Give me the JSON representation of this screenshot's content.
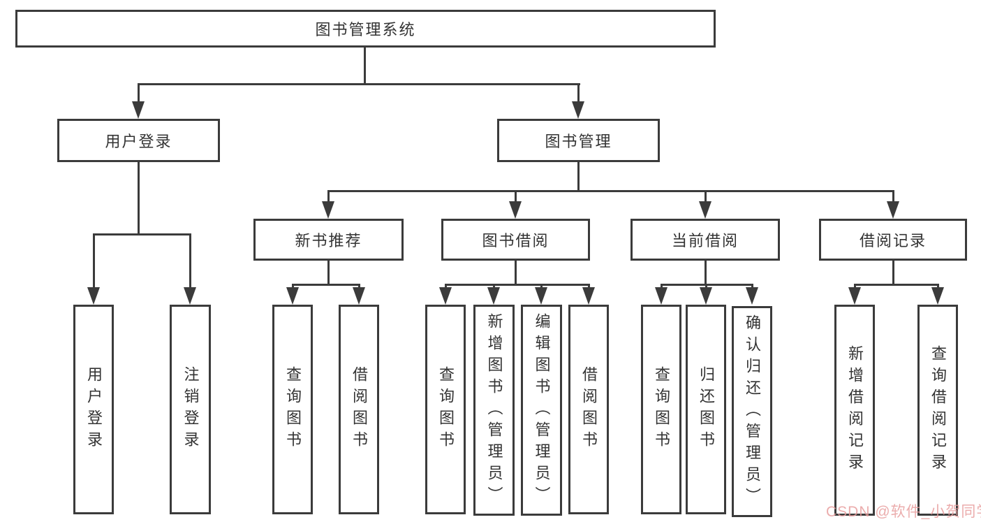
{
  "diagram_type": "hierarchy-tree",
  "colors": {
    "box_border": "#3b3b3b",
    "connector_line": "#3b3b3b",
    "text": "#333333",
    "background": "#ffffff",
    "watermark": "#e79e9e"
  },
  "nodes": {
    "root": "图书管理系统",
    "user_login": "用户登录",
    "book_mgmt": "图书管理",
    "new_book_rec": "新书推荐",
    "book_borrow": "图书借阅",
    "current_borrow": "当前借阅",
    "borrow_records": "借阅记录",
    "ul_login": "用户登录",
    "ul_logout": "注销登录",
    "nbr_query": "查询图书",
    "nbr_borrow": "借阅图书",
    "bb_query": "查询图书",
    "bb_add": "新增图书（管理员）",
    "bb_edit": "编辑图书（管理员）",
    "bb_borrow": "借阅图书",
    "cb_query": "查询图书",
    "cb_return": "归还图书",
    "cb_confirm": "确认归还（管理员）",
    "br_add": "新增借阅记录",
    "br_query": "查询借阅记录"
  },
  "watermark": {
    "text": "CSDN @软件_小贺同学"
  }
}
